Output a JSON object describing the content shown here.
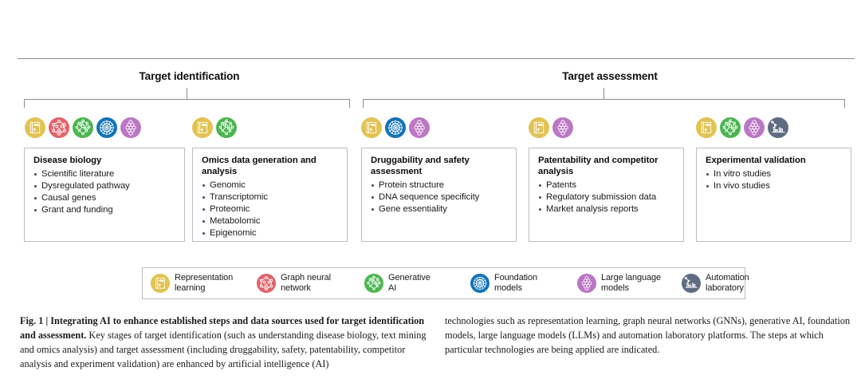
{
  "figure": {
    "phases": [
      {
        "id": "target-identification",
        "label": "Target identification"
      },
      {
        "id": "target-assessment",
        "label": "Target assessment"
      }
    ],
    "technologies": [
      {
        "key": "representation-learning",
        "label": "Representation\nlearning",
        "color": "#e2c352"
      },
      {
        "key": "graph-neural-network",
        "label": "Graph neural\nnetwork",
        "color": "#e0636b"
      },
      {
        "key": "generative-ai",
        "label": "Generative\nAI",
        "color": "#4cb551"
      },
      {
        "key": "foundation-models",
        "label": "Foundation\nmodels",
        "color": "#1273b8"
      },
      {
        "key": "large-language-models",
        "label": "Large language\nmodels",
        "color": "#bb77c4"
      },
      {
        "key": "automation-laboratory",
        "label": "Automation\nlaboratory",
        "color": "#5f6b82"
      }
    ],
    "steps": [
      {
        "id": "disease-biology",
        "phase": "target-identification",
        "title": "Disease biology",
        "items": [
          "Scientific literature",
          "Dysregulated pathway",
          "Causal genes",
          "Grant and funding"
        ],
        "icons": [
          "representation-learning",
          "graph-neural-network",
          "generative-ai",
          "foundation-models",
          "large-language-models"
        ]
      },
      {
        "id": "omics-data",
        "phase": "target-identification",
        "title": "Omics data generation and analysis",
        "items": [
          "Genomic",
          "Transcriptomic",
          "Proteomic",
          "Metabolomic",
          "Epigenomic"
        ],
        "icons": [
          "representation-learning",
          "generative-ai"
        ]
      },
      {
        "id": "druggability-safety",
        "phase": "target-assessment",
        "title": "Druggability and safety assessment",
        "items": [
          "Protein structure",
          "DNA sequence specificity",
          "Gene essentiality"
        ],
        "icons": [
          "representation-learning",
          "foundation-models",
          "large-language-models"
        ]
      },
      {
        "id": "patentability-competitor",
        "phase": "target-assessment",
        "title": "Patentability and competitor analysis",
        "items": [
          "Patents",
          "Regulatory submission data",
          "Market analysis reports"
        ],
        "icons": [
          "representation-learning",
          "large-language-models"
        ]
      },
      {
        "id": "experimental-validation",
        "phase": "target-assessment",
        "title": "Experimental validation",
        "items": [
          "In vitro studies",
          "In vivo studies"
        ],
        "icons": [
          "representation-learning",
          "generative-ai",
          "large-language-models",
          "automation-laboratory"
        ]
      }
    ],
    "caption": {
      "figure_number": "Fig. 1",
      "separator": " | ",
      "title": "Integrating AI to enhance established steps and data sources used for target identification and assessment.",
      "body_left": " Key stages of target identification (such as understanding disease biology, text mining and omics analysis) and target assessment (including druggability, safety, patentability, competitor analysis and experiment validation) are enhanced by artificial intelligence (AI)",
      "body_right": "technologies such as representation learning, graph neural networks (GNNs), generative AI, foundation models, large language models (LLMs) and automation laboratory platforms. The steps at which particular technologies are being applied are indicated."
    }
  }
}
